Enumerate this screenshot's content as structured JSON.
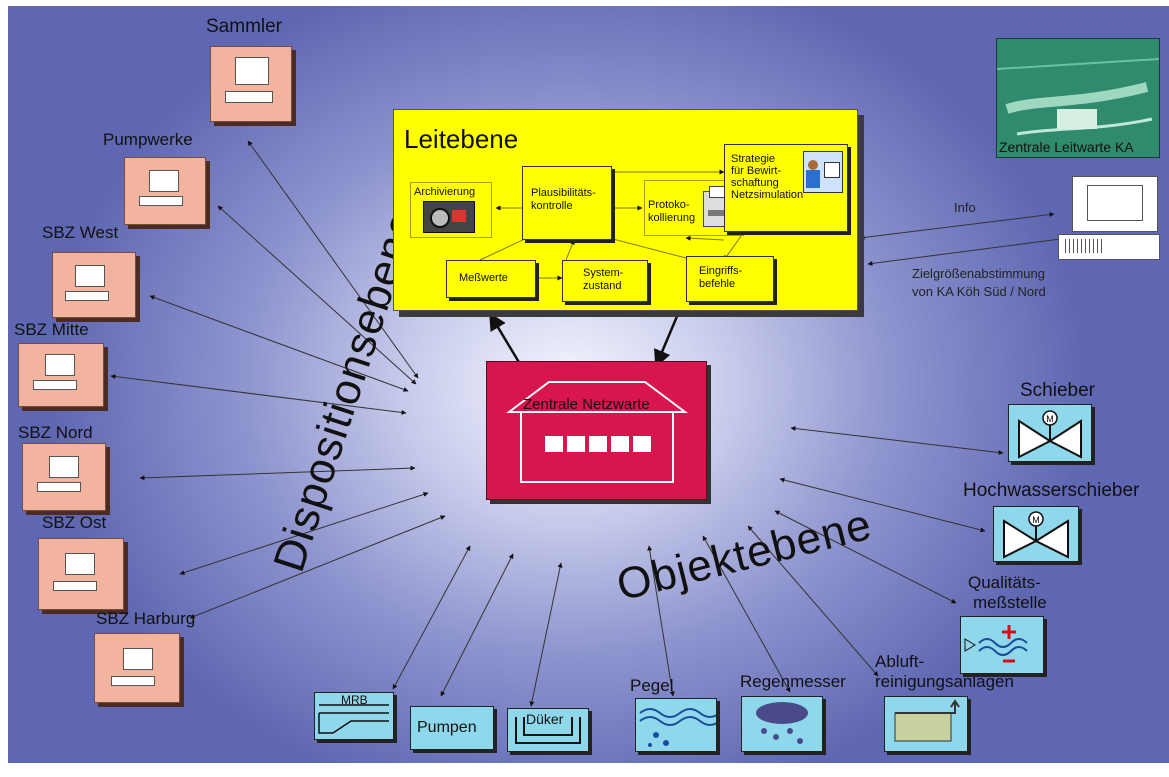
{
  "diagram": {
    "colors": {
      "leitebene": "#ffff00",
      "netzwarte": "#d9154e",
      "station": "#f2b49f",
      "object": "#8fd7ea"
    },
    "leitebene": {
      "title": "Leitebene",
      "archivierung": "Archivierung",
      "plausibilitaet": [
        "Plausibilitäts-",
        "kontrolle"
      ],
      "protokollierung": [
        "Protoko-",
        "kollierung"
      ],
      "strategie": [
        "Strategie",
        "für Bewirt-",
        "schaftung",
        "Netzsimulation"
      ],
      "messwerte": "Meßwerte",
      "systemzustand": [
        "System-",
        "zustand"
      ],
      "eingriffsbefehle": [
        "Eingriffs-",
        "befehle"
      ]
    },
    "zentrale_netzwarte": {
      "label": "Zentrale Netzwarte"
    },
    "zentrale_leitwarte": {
      "label": "Zentrale Leitwarte KA"
    },
    "info": "Info",
    "zielgroessen": [
      "Zielgrößenabstimmung",
      "von KA Köh Süd / Nord"
    ],
    "dispositionsebene": "Dispositionsebene",
    "objektebene": "Objektebene",
    "stations": [
      "Sammler",
      "Pumpwerke",
      "SBZ West",
      "SBZ Mitte",
      "SBZ Nord",
      "SBZ Ost",
      "SBZ Harburg"
    ],
    "objects": {
      "mrb": "MRB",
      "pumpen": "Pumpen",
      "dueker": "Düker",
      "pegel": "Pegel",
      "regenmesser": "Regenmesser",
      "abluft": [
        "Abluft-",
        "reinigungsanlagen"
      ],
      "qualitaet": [
        "Qualitäts-",
        "meßstelle"
      ],
      "hochwasserschieber": "Hochwasserschieber",
      "schieber": "Schieber",
      "valve_symbol": "M"
    }
  }
}
